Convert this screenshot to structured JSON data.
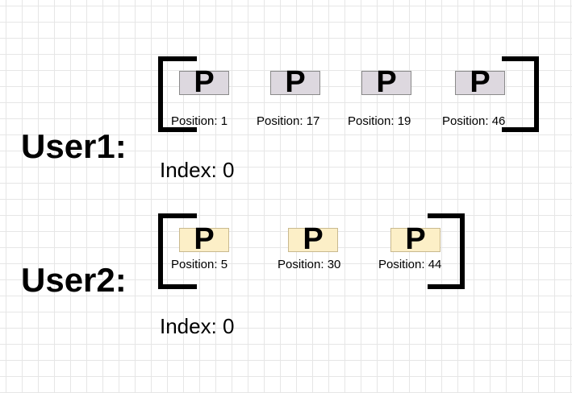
{
  "users": [
    {
      "label": "User1:",
      "index_label": "Index: 0",
      "box_color": "#ddd8df",
      "items": [
        {
          "letter": "P",
          "position_label": "Position: 1"
        },
        {
          "letter": "P",
          "position_label": "Position: 17"
        },
        {
          "letter": "P",
          "position_label": "Position: 19"
        },
        {
          "letter": "P",
          "position_label": "Position: 46"
        }
      ]
    },
    {
      "label": "User2:",
      "index_label": "Index: 0",
      "box_color": "#fcefc7",
      "items": [
        {
          "letter": "P",
          "position_label": "Position: 5"
        },
        {
          "letter": "P",
          "position_label": "Position: 30"
        },
        {
          "letter": "P",
          "position_label": "Position: 44"
        }
      ]
    }
  ]
}
